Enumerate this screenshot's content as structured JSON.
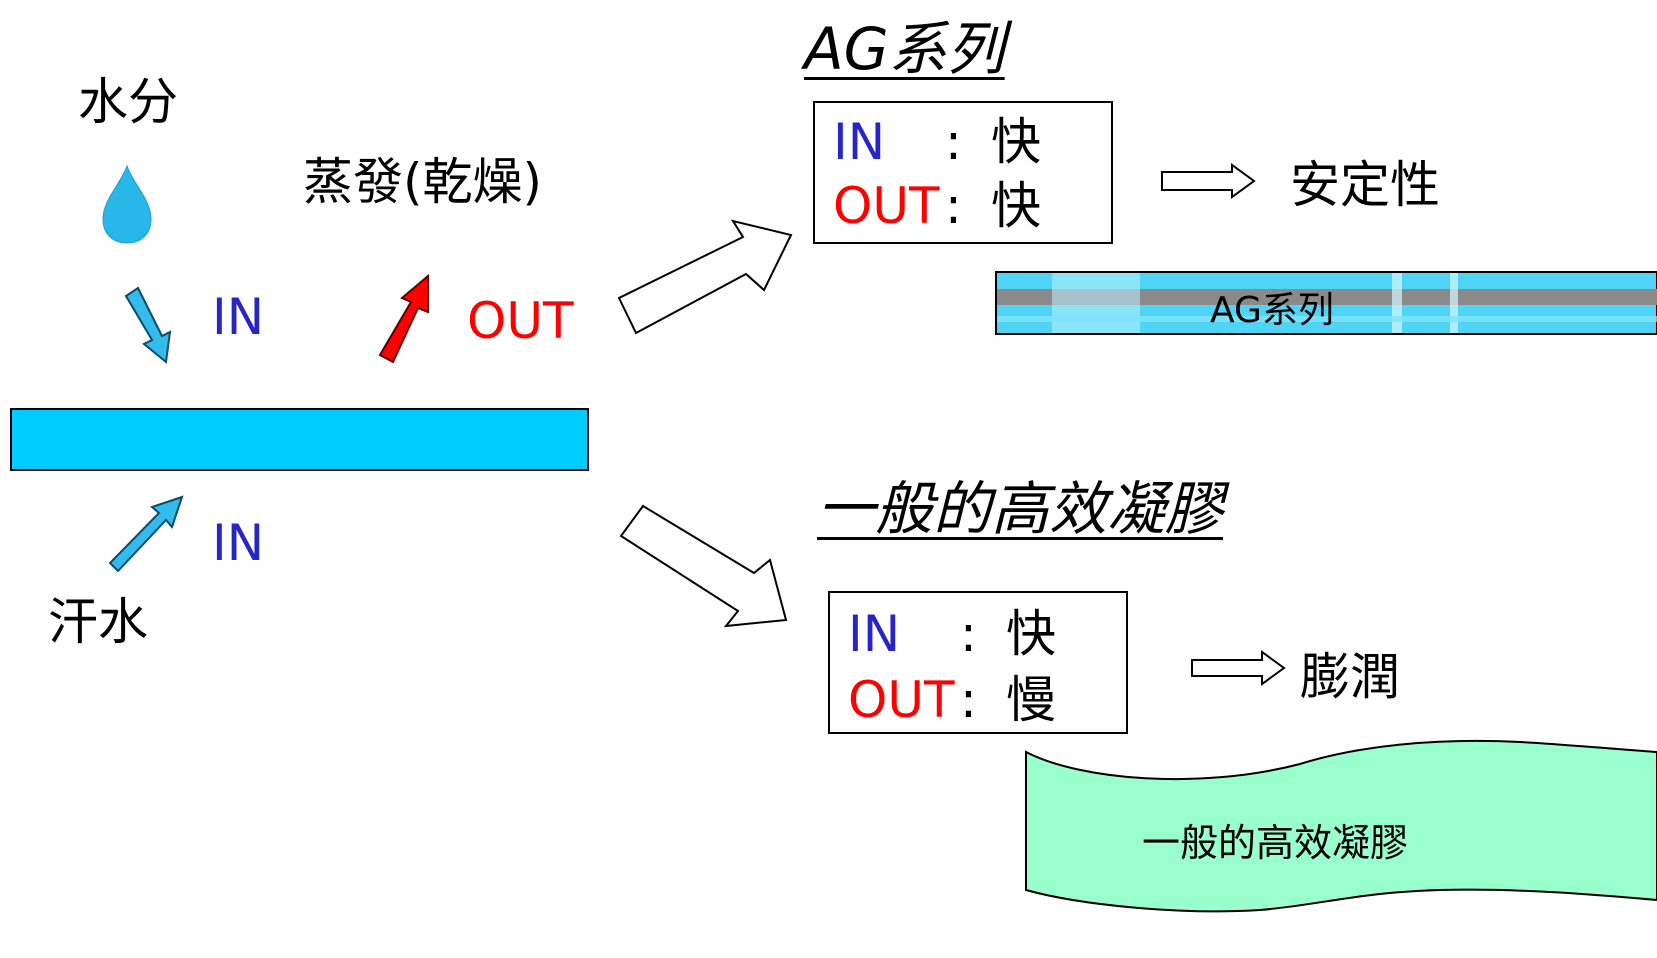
{
  "left": {
    "moisture_label": "水分",
    "evaporation_label": "蒸發(乾燥)",
    "in_label_top": "IN",
    "out_label": "OUT",
    "in_label_bottom": "IN",
    "sweat_label": "汗水"
  },
  "ag": {
    "title": "AG系列",
    "in_key": "IN",
    "in_sep": ":",
    "in_val": "快",
    "out_key": "OUT",
    "out_sep": ":",
    "out_val": "快",
    "result": "安定性",
    "strip_label": "AG系列"
  },
  "gel": {
    "title": "一般的高效凝膠",
    "in_key": "IN",
    "in_sep": ":",
    "in_val": "快",
    "out_key": "OUT",
    "out_sep": ":",
    "out_val": "慢",
    "result": "膨潤",
    "wave_label": "一般的高效凝膠"
  },
  "colors": {
    "pad_fill": "#00ccff",
    "in_arrow": "#33bbee",
    "out_arrow": "#ff0000",
    "in_text": "#2626c8",
    "out_text": "#ff0000",
    "gel_fill": "#99ffcc"
  },
  "icons": [
    "water-drop-icon",
    "in-arrow-icon",
    "out-arrow-icon",
    "hollow-arrow-icon"
  ]
}
